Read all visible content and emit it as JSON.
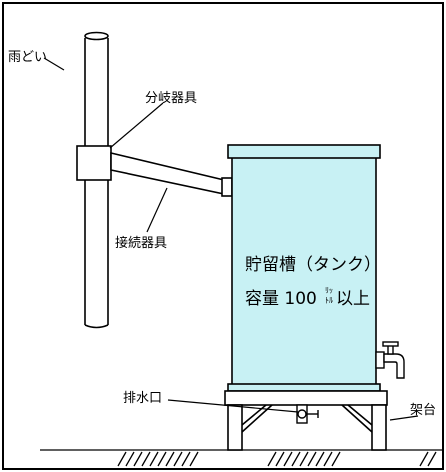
{
  "labels": {
    "downspout": "雨どい",
    "branch_fitting": "分岐器具",
    "connector_fitting": "接続器具",
    "tank_title": "貯留槽（タンク）",
    "capacity_prefix": "容量 100",
    "capacity_unit_top": "ﾘｯ",
    "capacity_unit_bottom": "ﾄﾙ",
    "capacity_suffix": "以上",
    "drain_outlet": "排水口",
    "stand": "架台"
  },
  "colors": {
    "tank_fill": "#c8f1f4",
    "stroke": "#000000",
    "background": "#ffffff"
  },
  "icons": {
    "faucet": "faucet-icon",
    "drain_valve": "drain-valve-icon"
  }
}
